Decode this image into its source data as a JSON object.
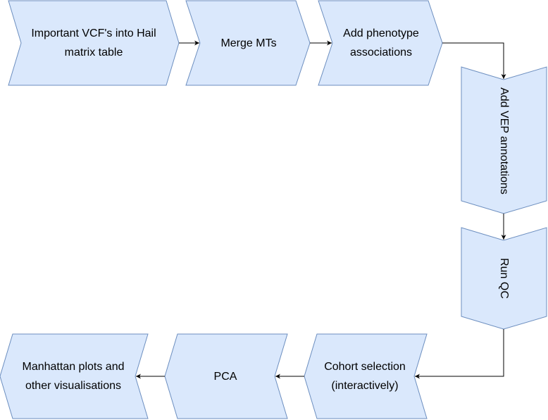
{
  "colors": {
    "node_fill": "#dae8fc",
    "node_stroke": "#6c8ebf",
    "edge": "#000000"
  },
  "nodes": {
    "import_vcf": {
      "label": "Important VCF's into Hail\nmatrix table"
    },
    "merge_mts": {
      "label": "Merge MTs"
    },
    "add_phenotype": {
      "label": "Add phenotype\nassociations"
    },
    "add_vep": {
      "label": "Add VEP annotations"
    },
    "run_qc": {
      "label": "Run QC"
    },
    "cohort_selection": {
      "label": "Cohort selection\n(interactively)"
    },
    "pca": {
      "label": "PCA"
    },
    "manhattan": {
      "label": "Manhattan plots and\nother visualisations"
    }
  },
  "edges": [
    {
      "from": "import_vcf",
      "to": "merge_mts"
    },
    {
      "from": "merge_mts",
      "to": "add_phenotype"
    },
    {
      "from": "add_phenotype",
      "to": "add_vep"
    },
    {
      "from": "add_vep",
      "to": "run_qc"
    },
    {
      "from": "run_qc",
      "to": "cohort_selection"
    },
    {
      "from": "cohort_selection",
      "to": "pca"
    },
    {
      "from": "pca",
      "to": "manhattan"
    }
  ]
}
